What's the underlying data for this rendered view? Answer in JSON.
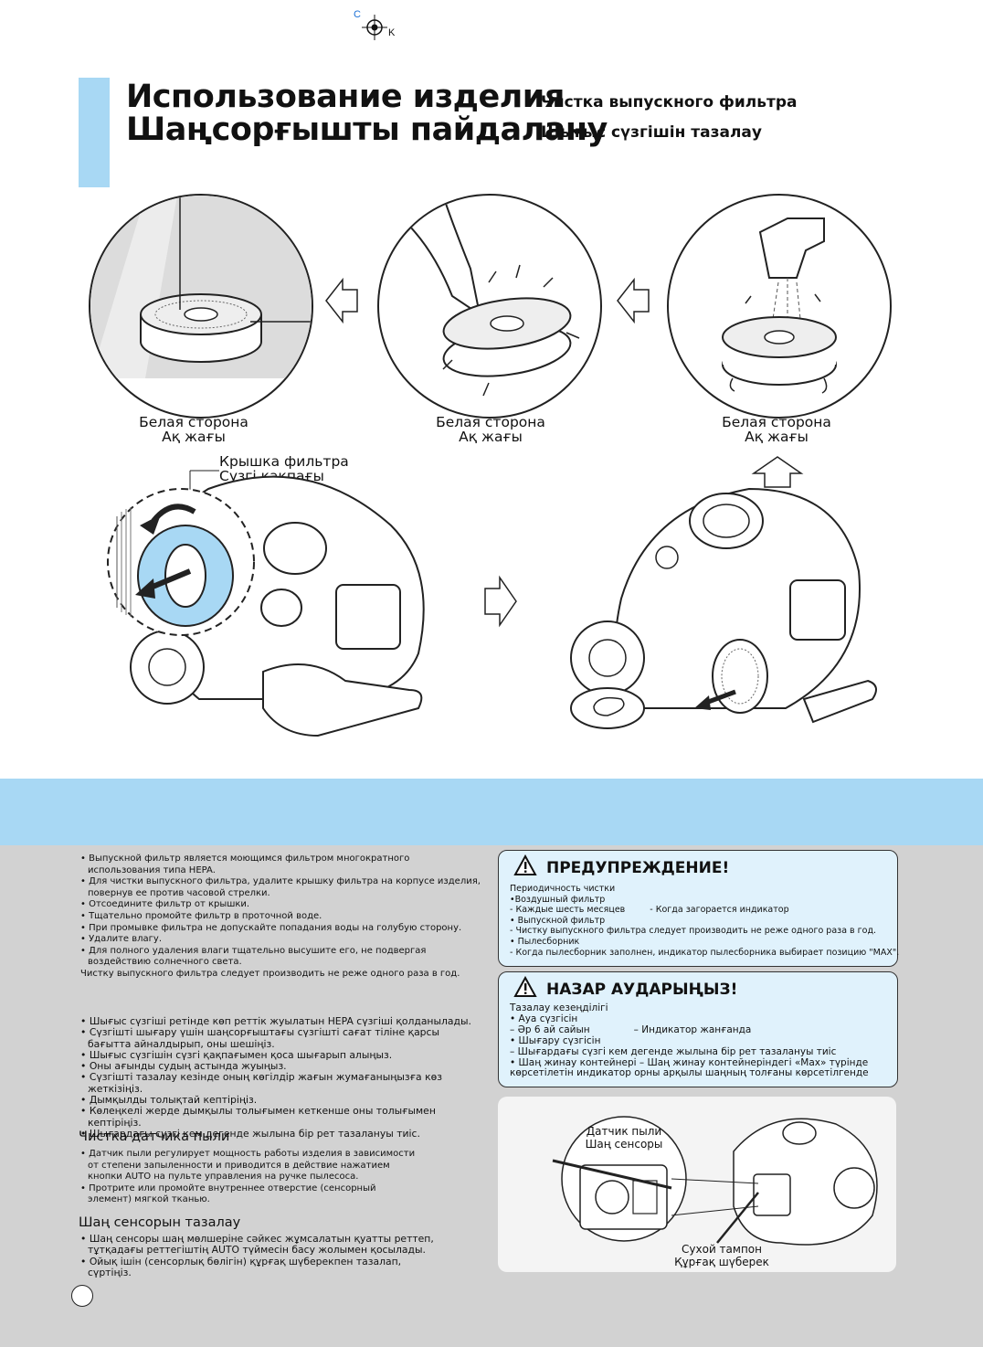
{
  "registration": {
    "c": "C",
    "k": "K"
  },
  "header": {
    "title_ru": "Использование изделия",
    "title_kz": "Шаңсорғышты пайдалану",
    "subtitle_ru": "Чистка выпускного фильтра",
    "subtitle_kz": "Шығыс сүзгішін тазалау"
  },
  "step_captions": [
    {
      "ru": "Белая сторона",
      "kz": "Ақ жағы"
    },
    {
      "ru": "Белая сторона",
      "kz": "Ақ жағы"
    },
    {
      "ru": "Белая сторона",
      "kz": "Ақ жағы"
    }
  ],
  "filter_cover_label": {
    "ru": "Крышка фильтра",
    "kz": "Сүзгі қақпағы"
  },
  "instructions_ru": [
    "Выпускной фильтр является моющимся фильтром многократного использования типа HEPA.",
    "Для чистки выпускного фильтра, удалите крышку фильтра на корпусе изделия, повернув ее против часовой стрелки.",
    "Отсоедините фильтр от крышки.",
    "Тщательно промойте фильтр в проточной воде.",
    "При промывке фильтра не допускайте попадания воды на голубую сторону.",
    "Удалите влагу.",
    "Для полного удаления влаги тщательно высушите его, не подвергая воздействию солнечного света.",
    "Чистку выпускного фильтра следует производить не реже одного раза в год."
  ],
  "instructions_kz": [
    "Шығыс сүзгіші ретінде көп реттік жуылатын HEPA сүзгіші қолданылады.",
    "Сүзгішті шығару үшін шаңсорғыштағы сүзгішті сағат тіліне қарсы бағытта айналдырып, оны шешіңіз.",
    "Шығыс сүзгішін сүзгі қақпағымен қоса шығарып алыңыз.",
    "Оны ағынды судың астында жуыңыз.",
    "Сүзгішті тазалау кезінде оның көгілдір жағын жумағаныңызға көз жеткізіңіз.",
    "Дымқылды толықтай кептіріңіз.",
    "Көлеңкелі жерде дымқылы толығымен кеткенше оны толығымен кептіріңіз.",
    "Шығардағы сүзгі кем дегенде жылына бір рет тазалануы тиіс."
  ],
  "sensor_ru": {
    "heading": "Чистка датчика пыли",
    "items": [
      "Датчик пыли регулирует мощность работы изделия в зависимости от степени запыленности и приводится в действие нажатием кнопки AUTO на пульте управления на ручке пылесоса.",
      "Протрите или промойте внутреннее отверстие (сенсорный элемент) мягкой тканью."
    ]
  },
  "sensor_kz": {
    "heading": "Шаң сенсорын тазалау",
    "items": [
      "Шаң сенсоры шаң мөлшеріне сәйкес жұмсалатын қуатты реттеп, тұтқадағы реттегіштің AUTO түймесін басу жолымен қосылады.",
      "Ойық ішін (сенсорлық бөлігін) құрғақ шүберекпен тазалап, сүртіңіз."
    ]
  },
  "warning_ru": {
    "title": "ПРЕДУПРЕЖДЕНИЕ!",
    "lines": [
      "Периодичность чистки",
      "•Воздушный фильтр",
      " - Каждые шесть месяцев",
      " - Когда загорается индикатор",
      "• Выпускной фильтр",
      " - Чистку выпускного фильтра следует производить не реже одного раза в год.",
      "• Пылесборник",
      " - Когда пылесборник заполнен, индикатор пылесборника выбирает позицию \"MAX\"."
    ]
  },
  "warning_kz": {
    "title": "НАЗАР АУДАРЫҢЫЗ!",
    "lines": [
      "Тазалау кезеңділігі",
      "• Ауа сүзгісін",
      "– Әр 6 ай сайын",
      "– Индикатор жанғанда",
      "• Шығару сүзгісін",
      "– Шығардағы сүзгі кем дегенде жылына бір рет тазалануы тиіс",
      "• Шаң жинау контейнері   – Шаң жинау контейнеріндегі «Max» түрінде",
      "көрсетілетін индикатор орны арқылы шаңның толғаны көрсетілгенде"
    ]
  },
  "sensor_figure": {
    "sensor_ru": "Датчик пыли",
    "sensor_kz": "Шаң сенсоры",
    "swab_ru": "Сухой тампон",
    "swab_kz": "Құрғақ шүберек"
  },
  "colors": {
    "accent_blue": "#a8d8f4",
    "gray_panel": "#d2d2d2",
    "box_fill": "#e0f2fc"
  }
}
